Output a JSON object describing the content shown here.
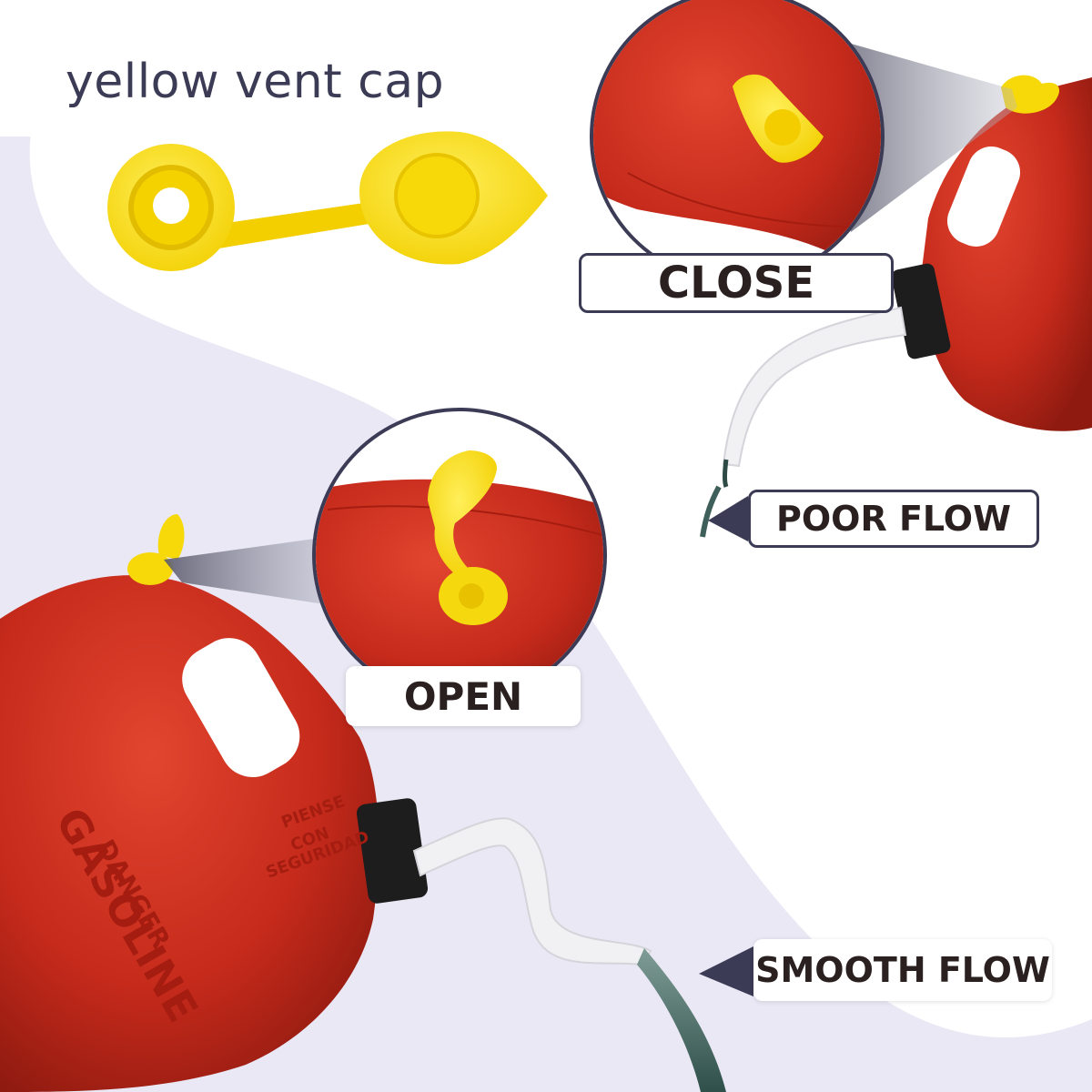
{
  "title": "yellow vent cap",
  "labels": {
    "close": "CLOSE",
    "open": "OPEN",
    "poor_flow": "POOR FLOW",
    "smooth_flow": "SMOOTH FLOW"
  },
  "can_text": {
    "gasoline": "GASOLINE",
    "danger": "DANGER",
    "piense": "PIENSE",
    "con": "CON",
    "seguridad": "SEGURIDAD"
  },
  "colors": {
    "background_lavender": "#e9e8f4",
    "can_red": "#c72a1c",
    "cap_yellow": "#f5d90e",
    "label_border": "#3b3b55",
    "text_dark": "#2a2020"
  }
}
